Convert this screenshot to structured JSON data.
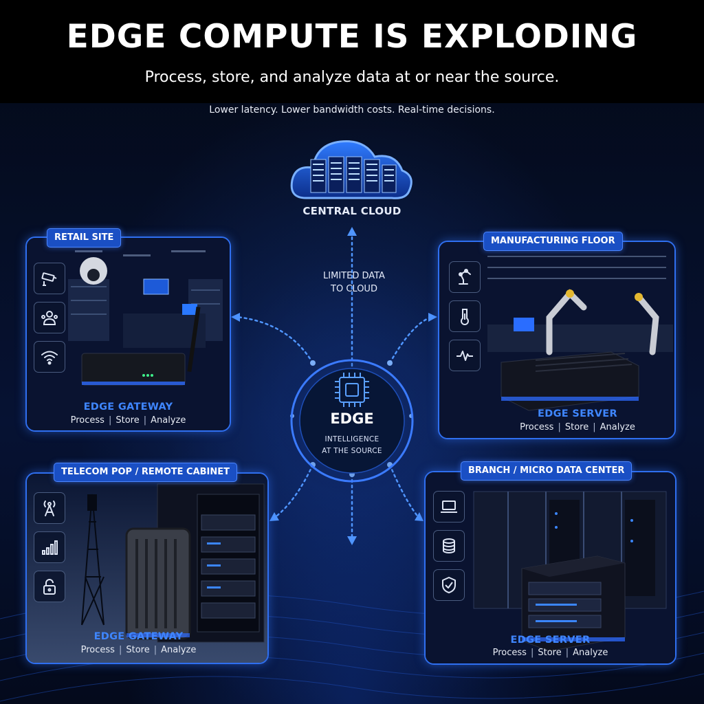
{
  "header": {
    "title": "EDGE COMPUTE IS EXPLODING",
    "subtitle": "Process, store, and analyze data at or near the source.",
    "tagline": "Lower latency.  Lower bandwidth costs.  Real-time decisions."
  },
  "cloud": {
    "label": "CENTRAL CLOUD",
    "icon": "cloud-server-icon"
  },
  "link_label": {
    "line1": "LIMITED DATA",
    "line2": "TO CLOUD"
  },
  "hub": {
    "title": "EDGE",
    "subtitle_line1": "INTELLIGENCE",
    "subtitle_line2": "AT THE SOURCE",
    "icon": "chip-icon"
  },
  "panels": [
    {
      "tag": "RETAIL SITE",
      "icons": [
        "security-camera-icon",
        "people-icon",
        "wifi-icon"
      ],
      "device": "EDGE GATEWAY",
      "capabilities": [
        "Process",
        "Store",
        "Analyze"
      ]
    },
    {
      "tag": "MANUFACTURING FLOOR",
      "icons": [
        "robot-arm-icon",
        "thermometer-icon",
        "pulse-icon"
      ],
      "device": "EDGE SERVER",
      "capabilities": [
        "Process",
        "Store",
        "Analyze"
      ]
    },
    {
      "tag": "TELECOM POP / REMOTE CABINET",
      "icons": [
        "antenna-tower-icon",
        "signal-bars-icon",
        "lock-icon"
      ],
      "device": "EDGE GATEWAY",
      "capabilities": [
        "Process",
        "Store",
        "Analyze"
      ]
    },
    {
      "tag": "BRANCH / MICRO DATA CENTER",
      "icons": [
        "laptop-icon",
        "database-icon",
        "shield-check-icon"
      ],
      "device": "EDGE SERVER",
      "capabilities": [
        "Process",
        "Store",
        "Analyze"
      ]
    }
  ],
  "colors": {
    "accent": "#2f6ff0",
    "device_label": "#3f86ff",
    "background": "#050b1d"
  }
}
